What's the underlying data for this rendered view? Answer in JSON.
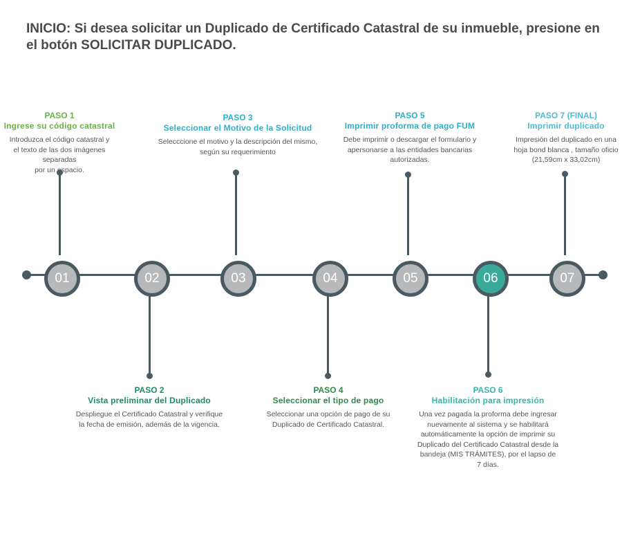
{
  "intro": {
    "text": "INICIO:  Si desea solicitar un Duplicado de Certificado Catastral de su inmueble, presione en el botón SOLICITAR DUPLICADO."
  },
  "nodes": [
    "01",
    "02",
    "03",
    "04",
    "05",
    "06",
    "07"
  ],
  "active_node": "06",
  "colors": {
    "line": "#4a5a63",
    "node_fill": "#b6b8ba",
    "node_active_fill": "#3aab9b"
  },
  "steps": [
    {
      "num": "PASO 1",
      "title": "Ingrese su código catastral",
      "desc": "Introduzca el código catastral  y\nel texto de las dos imágenes separadas\npor un espacio."
    },
    {
      "num": "PASO 2",
      "title": "Vista preliminar del Duplicado",
      "desc": "Despliegue el Certificado Catastral y verifique\nla fecha de emisión, además de la vigencia."
    },
    {
      "num": "PASO 3",
      "title": "Seleccionar el Motivo de la Solicitud",
      "desc": "Selecccione el motivo y la descripción del mismo,\nsegún su requerimiento"
    },
    {
      "num": "PASO 4",
      "title": "Seleccionar el tipo de pago",
      "desc": "Seleccionar una opción de pago de su\nDuplicado de Certificado Catastral."
    },
    {
      "num": "PASO 5",
      "title": "Imprimir proforma de pago FUM",
      "desc": "Debe imprimir o descargar el formulario y\napersonarse a las entidades bancarias\nautorizadas."
    },
    {
      "num": "PASO 6",
      "title": "Habilitación para impresión",
      "desc": "Una vez pagada la proforma debe ingresar\nnuevamente al sistema y se habilitará\nautomáticamente la opción de imprimir su\nDuplicado del Certificado Catastral desde la\nbandeja (MIS TRÁMITES), por el lapso de\n7 días."
    },
    {
      "num": "PASO 7 (FINAL)",
      "title": "Imprimir duplicado",
      "desc": "Impresión del duplicado en una\nhoja bond blanca , tamaño oficio\n(21,59cm x 33,02cm)"
    }
  ]
}
